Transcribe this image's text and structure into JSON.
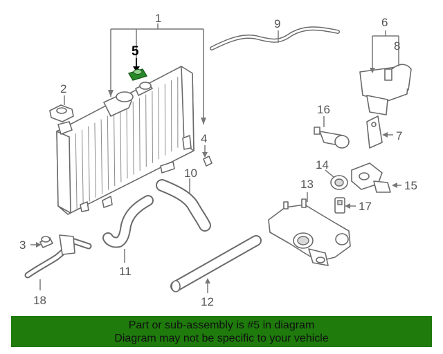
{
  "diagram": {
    "highlight_color": "#2a8a2a",
    "highlighted_part": "5",
    "callouts": [
      "1",
      "2",
      "3",
      "4",
      "5",
      "6",
      "7",
      "8",
      "9",
      "10",
      "11",
      "12",
      "13",
      "14",
      "15",
      "16",
      "17",
      "18"
    ]
  },
  "banner": {
    "line1": "Part or sub-assembly is #5 in diagram",
    "line2": "Diagram may not be specific to your vehicle",
    "background": "#1e7b0c"
  }
}
